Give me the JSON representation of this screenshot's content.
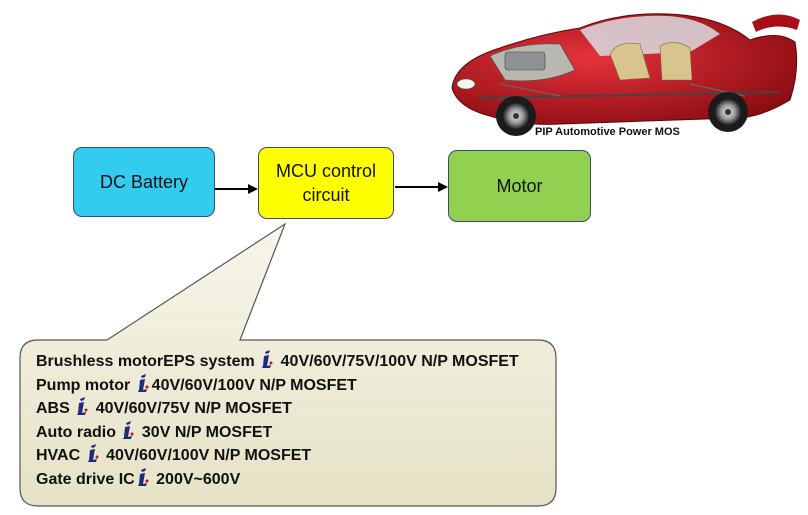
{
  "diagram": {
    "blocks": {
      "battery": "DC Battery",
      "mcu_line1": "MCU control",
      "mcu_line2": "circuit",
      "motor": "Motor"
    },
    "car_caption": "PIP Automotive Power MOS",
    "callout": {
      "items": [
        {
          "label": "Brushless motorEPS system",
          "spec": "40V/60V/75V/100V N/P MOSFET"
        },
        {
          "label": "Pump motor",
          "spec": "40V/60V/100V N/P MOSFET"
        },
        {
          "label": "ABS",
          "spec": "40V/60V/75V N/P MOSFET"
        },
        {
          "label": "Auto radio",
          "spec": "30V N/P MOSFET"
        },
        {
          "label": "HVAC",
          "spec": "40V/60V/100V N/P MOSFET"
        },
        {
          "label": "Gate drive IC",
          "spec": "200V~600V"
        }
      ]
    },
    "colors": {
      "battery": "#33ccee",
      "mcu": "#ffff00",
      "motor": "#92d050",
      "callout": "#eeecd6",
      "car_body": "#c0141c",
      "brand_icon": "#1c2a80"
    },
    "icons": {
      "brand": "brand-logo-icon",
      "car": "car-cutaway-illustration"
    }
  }
}
